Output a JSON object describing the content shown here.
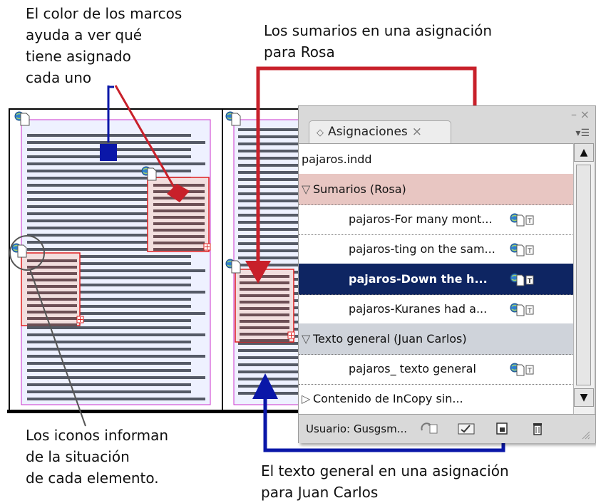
{
  "callouts": {
    "top_left": [
      "El color de los marcos",
      "ayuda a ver qué",
      "tiene asignado",
      "cada uno"
    ],
    "top_right": [
      "Los sumarios en una asignación",
      "para Rosa"
    ],
    "bottom_left": [
      "Los iconos informan",
      "de la situación",
      "de cada elemento."
    ],
    "bottom_right": [
      "El texto general en una asignación",
      "para Juan Carlos"
    ]
  },
  "panel": {
    "tab_label": "Asignaciones",
    "tab_close": "×",
    "tab_diamond": "◇",
    "minimize": "–",
    "close": "×",
    "menu": "▾☰",
    "rows": [
      {
        "label": "pajaros.indd",
        "type": "doc"
      },
      {
        "label": "Sumarios (Rosa)",
        "type": "group-sumarios"
      },
      {
        "label": "pajaros-For many mont...",
        "type": "item"
      },
      {
        "label": "pajaros-ting on the sam...",
        "type": "item"
      },
      {
        "label": "pajaros-Down the h...",
        "type": "item-selected"
      },
      {
        "label": "pajaros-Kuranes had a...",
        "type": "item"
      },
      {
        "label": "Texto general (Juan Carlos)",
        "type": "group-texto"
      },
      {
        "label": "pajaros_ texto general",
        "type": "item"
      },
      {
        "label": "Contenido de InCopy sin...",
        "type": "group-collapsed"
      }
    ],
    "expanded_glyph": "▽",
    "collapsed_glyph": "▷",
    "scroll_up": "▲",
    "scroll_down": "▼",
    "status_user": "Usuario: Gusgsm...",
    "status_buttons": [
      "update-assignment-icon",
      "package-icon",
      "new-assignment-icon",
      "trash-icon"
    ]
  },
  "colors": {
    "frame_red": "#e02020",
    "frame_magenta": "#cc33cc",
    "arrow_red": "#c8202a",
    "arrow_blue": "#0a17a8",
    "selection_navy": "#0e2562",
    "sumarios_row": "#e8c6c2",
    "texto_row": "#cfd3da"
  }
}
